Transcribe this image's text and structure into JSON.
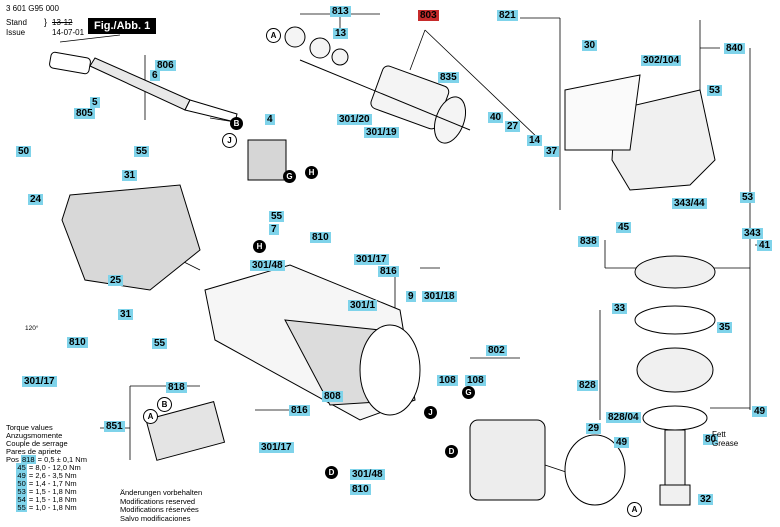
{
  "header": {
    "doc_number": "3 601 G95 000",
    "stand_issue_label": "Stand\nIssue",
    "stand_value": "13-12",
    "issue_value": "14-07-01",
    "figure_title": "Fig./Abb. 1"
  },
  "part_labels": [
    {
      "id": "813",
      "red": false
    },
    {
      "id": "803",
      "red": true
    },
    {
      "id": "821",
      "red": false
    },
    {
      "id": "13",
      "red": false
    },
    {
      "id": "806",
      "red": false
    },
    {
      "id": "6",
      "red": false
    },
    {
      "id": "5",
      "red": false
    },
    {
      "id": "805",
      "red": false
    },
    {
      "id": "835",
      "red": false
    },
    {
      "id": "30",
      "red": false
    },
    {
      "id": "840",
      "red": false
    },
    {
      "id": "302/104",
      "red": false
    },
    {
      "id": "53",
      "red": false
    },
    {
      "id": "40",
      "red": false
    },
    {
      "id": "27",
      "red": false
    },
    {
      "id": "14",
      "red": false
    },
    {
      "id": "37",
      "red": false
    },
    {
      "id": "4",
      "red": false
    },
    {
      "id": "301/20",
      "red": false
    },
    {
      "id": "301/19",
      "red": false
    },
    {
      "id": "55",
      "red": false
    },
    {
      "id": "50",
      "red": false
    },
    {
      "id": "31",
      "red": false
    },
    {
      "id": "24",
      "red": false
    },
    {
      "id": "25",
      "red": false
    },
    {
      "id": "55",
      "red": false
    },
    {
      "id": "7",
      "red": false
    },
    {
      "id": "810",
      "red": false
    },
    {
      "id": "301/48",
      "red": false
    },
    {
      "id": "301/17",
      "red": false
    },
    {
      "id": "816",
      "red": false
    },
    {
      "id": "53",
      "red": false
    },
    {
      "id": "343/44",
      "red": false
    },
    {
      "id": "45",
      "red": false
    },
    {
      "id": "838",
      "red": false
    },
    {
      "id": "343",
      "red": false
    },
    {
      "id": "41",
      "red": false
    },
    {
      "id": "9",
      "red": false
    },
    {
      "id": "301/18",
      "red": false
    },
    {
      "id": "301/1",
      "red": false
    },
    {
      "id": "31",
      "red": false
    },
    {
      "id": "33",
      "red": false
    },
    {
      "id": "35",
      "red": false
    },
    {
      "id": "810",
      "red": false
    },
    {
      "id": "301/17",
      "red": false
    },
    {
      "id": "55",
      "red": false
    },
    {
      "id": "802",
      "red": false
    },
    {
      "id": "108",
      "red": false
    },
    {
      "id": "108",
      "red": false
    },
    {
      "id": "828",
      "red": false
    },
    {
      "id": "818",
      "red": false
    },
    {
      "id": "808",
      "red": false
    },
    {
      "id": "816",
      "red": false
    },
    {
      "id": "851",
      "red": false
    },
    {
      "id": "828/04",
      "red": false
    },
    {
      "id": "49",
      "red": false
    },
    {
      "id": "49",
      "red": false
    },
    {
      "id": "29",
      "red": false
    },
    {
      "id": "301/17",
      "red": false
    },
    {
      "id": "301/48",
      "red": false
    },
    {
      "id": "810",
      "red": false
    },
    {
      "id": "80",
      "red": false
    },
    {
      "id": "32",
      "red": false
    }
  ],
  "callouts": [
    "A",
    "B",
    "J",
    "G",
    "H",
    "H",
    "B",
    "A",
    "J",
    "G",
    "D",
    "D",
    "A"
  ],
  "angle_label": "120°",
  "grease_note": "Fett\nGrease",
  "torque": {
    "title_lines": [
      "Torque values",
      "Anzugsmomente",
      "Couple de serrage",
      "Pares de apriete"
    ],
    "pos_label": "Pos",
    "rows": [
      {
        "pos": "818",
        "value": "= 0,5 ± 0,1 Nm"
      },
      {
        "pos": "45",
        "value": "= 8,0 - 12,0 Nm"
      },
      {
        "pos": "49",
        "value": "= 2,6 - 3,5 Nm"
      },
      {
        "pos": "50",
        "value": "= 1,4 - 1,7 Nm"
      },
      {
        "pos": "53",
        "value": "= 1,5 - 1,8 Nm"
      },
      {
        "pos": "54",
        "value": "= 1,5 - 1,8 Nm"
      },
      {
        "pos": "55",
        "value": "= 1,0 - 1,8 Nm"
      }
    ]
  },
  "footer_lines": [
    "Änderungen vorbehalten",
    "Modifications reserved",
    "Modifications réservées",
    "Salvo modificaciones"
  ],
  "colors": {
    "label_bg": "#7fd3ea",
    "highlight": "#c62b2b"
  }
}
